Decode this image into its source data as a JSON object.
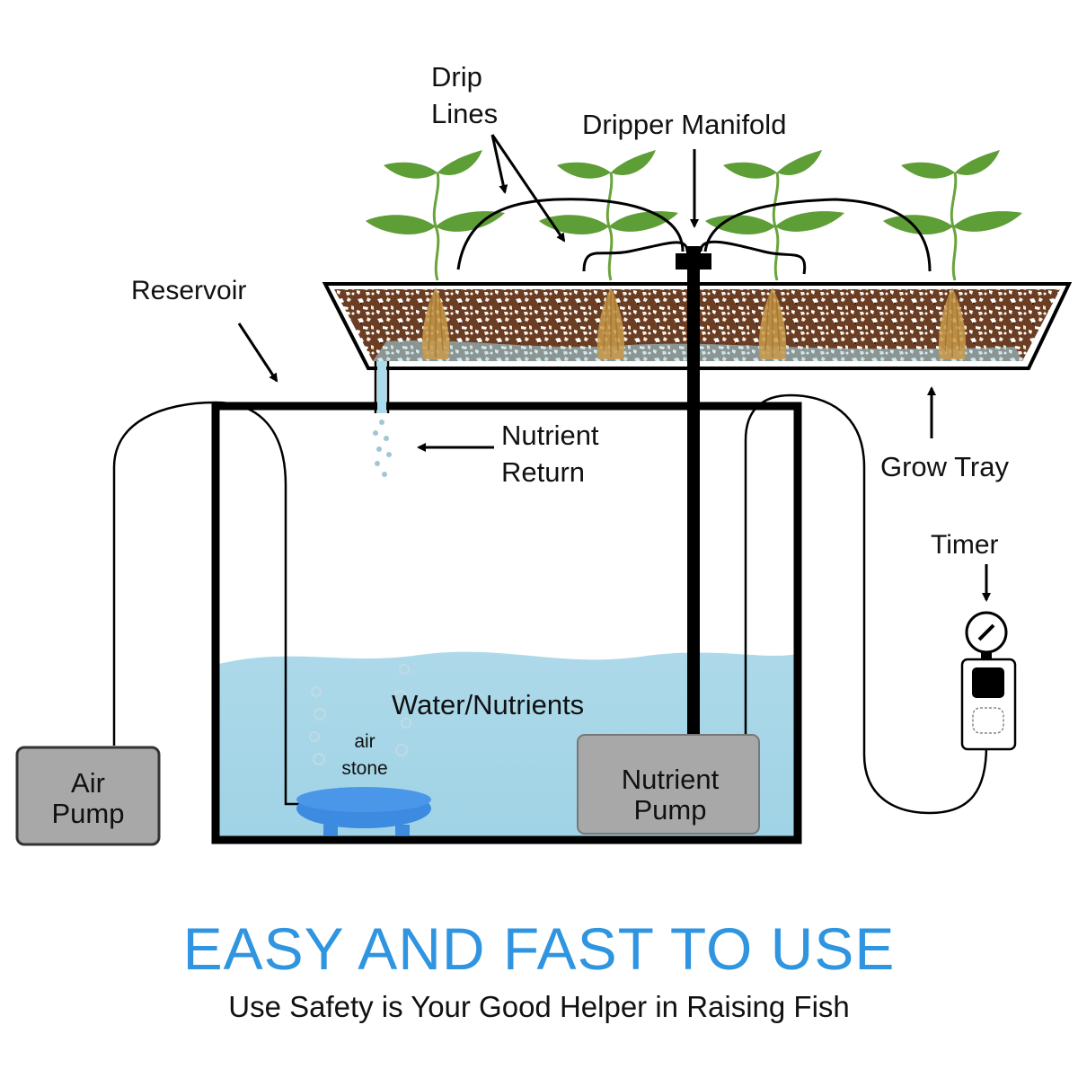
{
  "diagram": {
    "title": "Drip Hydroponic System",
    "labels": {
      "drip_lines_line1": "Drip",
      "drip_lines_line2": "Lines",
      "dripper_manifold": "Dripper Manifold",
      "reservoir": "Reservoir",
      "nutrient_return_line1": "Nutrient",
      "nutrient_return_line2": "Return",
      "grow_tray": "Grow Tray",
      "timer": "Timer",
      "water_nutrients": "Water/Nutrients",
      "air_stone_line1": "air",
      "air_stone_line2": "stone",
      "air_pump_line1": "Air",
      "air_pump_line2": "Pump",
      "nutrient_pump_line1": "Nutrient",
      "nutrient_pump_line2": "Pump"
    },
    "plant_count": 4,
    "colors": {
      "water": "#a6d8e8",
      "leaf": "#5e9e36",
      "soil": "#6b3e24",
      "root": "#c89a4a",
      "pump_box": "#a8a8a8",
      "air_stone": "#3d8be0",
      "outline": "#000000"
    }
  },
  "footer": {
    "headline": "EASY AND FAST TO USE",
    "subline": "Use Safety is Your Good Helper in Raising Fish",
    "headline_color": "#2f95e0"
  }
}
